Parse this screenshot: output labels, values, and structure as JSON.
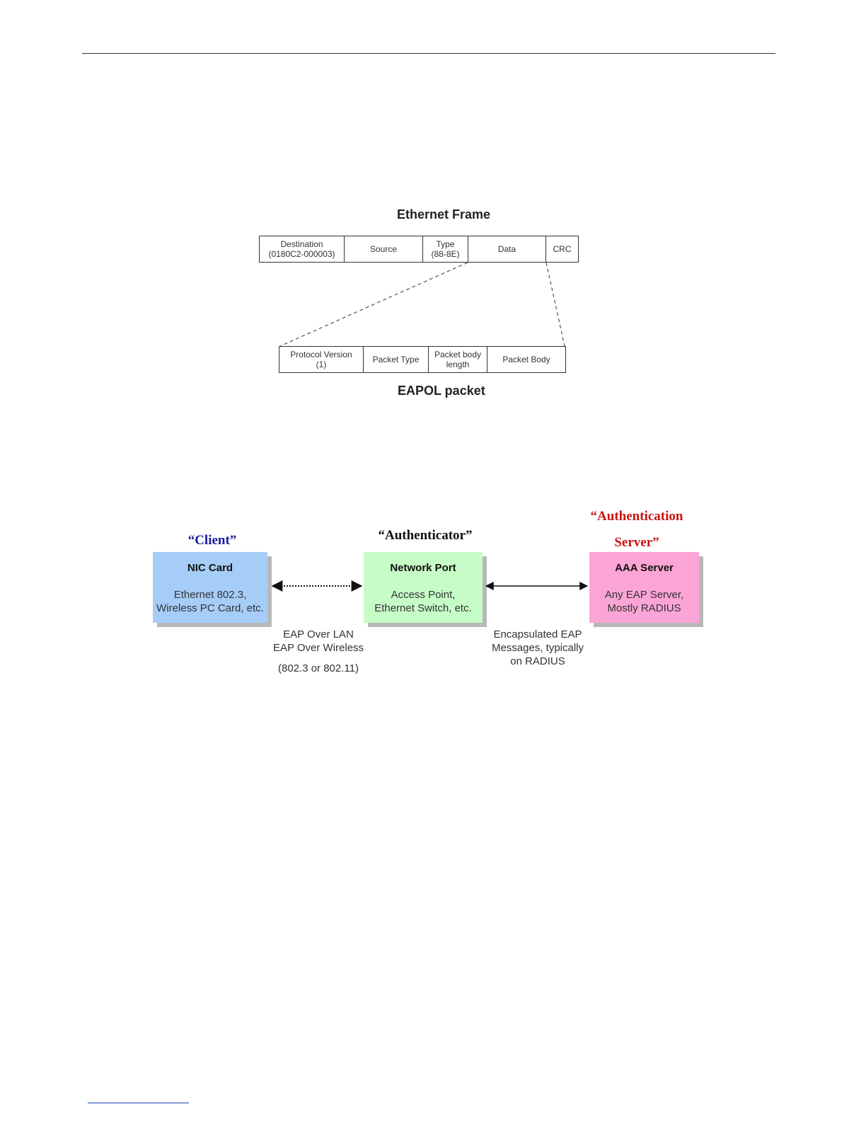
{
  "ethernet_frame": {
    "title": "Ethernet Frame",
    "fields": [
      {
        "label": "Destination\n(0180C2-000003)"
      },
      {
        "label": "Source"
      },
      {
        "label": "Type\n(88-8E)"
      },
      {
        "label": "Data"
      },
      {
        "label": "CRC"
      }
    ]
  },
  "eapol_packet": {
    "title": "EAPOL packet",
    "fields": [
      {
        "label": "Protocol Version\n(1)"
      },
      {
        "label": "Packet Type"
      },
      {
        "label": "Packet body\nlength"
      },
      {
        "label": "Packet Body"
      }
    ]
  },
  "roles": {
    "client": {
      "label": "“Client”",
      "color": "#1a1aa0"
    },
    "authenticator": {
      "label": "“Authenticator”",
      "color": "#111111"
    },
    "server": {
      "label": "“Authentication\nServer”",
      "color": "#cc1111"
    }
  },
  "nodes": {
    "client": {
      "title": "NIC Card",
      "desc": "Ethernet 802.3,\nWireless PC Card, etc.",
      "color": "#a6cdf8"
    },
    "authenticator": {
      "title": "Network Port",
      "desc": "Access Point,\nEthernet Switch, etc.",
      "color": "#c6fcc6"
    },
    "server": {
      "title": "AAA Server",
      "desc": "Any EAP Server,\nMostly RADIUS",
      "color": "#fba4d6"
    }
  },
  "links": {
    "client_authenticator": {
      "label": "EAP Over LAN\nEAP Over Wireless",
      "sublabel": "(802.3 or 802.11)",
      "style": "dotted"
    },
    "authenticator_server": {
      "label": "Encapsulated EAP\nMessages, typically\non RADIUS",
      "style": "solid"
    }
  }
}
